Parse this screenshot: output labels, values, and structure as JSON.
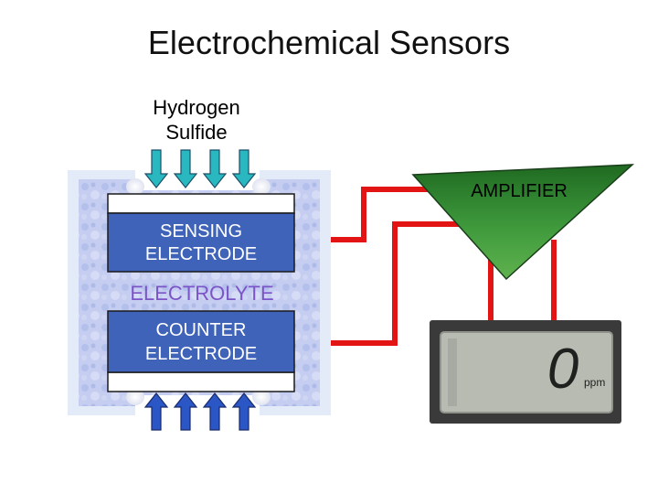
{
  "title": "Electrochemical Sensors",
  "gas": {
    "line1": "Hydrogen",
    "line2": "Sulfide"
  },
  "sensor": {
    "sensing_line1": "SENSING",
    "sensing_line2": "ELECTRODE",
    "electrolyte": "ELECTROLYTE",
    "counter_line1": "COUNTER",
    "counter_line2": "ELECTRODE"
  },
  "amplifier": {
    "label": "AMPLIFIER"
  },
  "display": {
    "reading": "0",
    "unit": "ppm"
  },
  "colors": {
    "wire": "#e31414",
    "electrode": "#3f63b8",
    "inlet_arrow": "#29b8c0",
    "outlet_arrow": "#2a56c6",
    "amplifier": "#2f8a2f",
    "lcd_frame": "#3a3a3a",
    "lcd_screen": "#b7bbb2",
    "electrolyte_text": "#7b55c8"
  }
}
